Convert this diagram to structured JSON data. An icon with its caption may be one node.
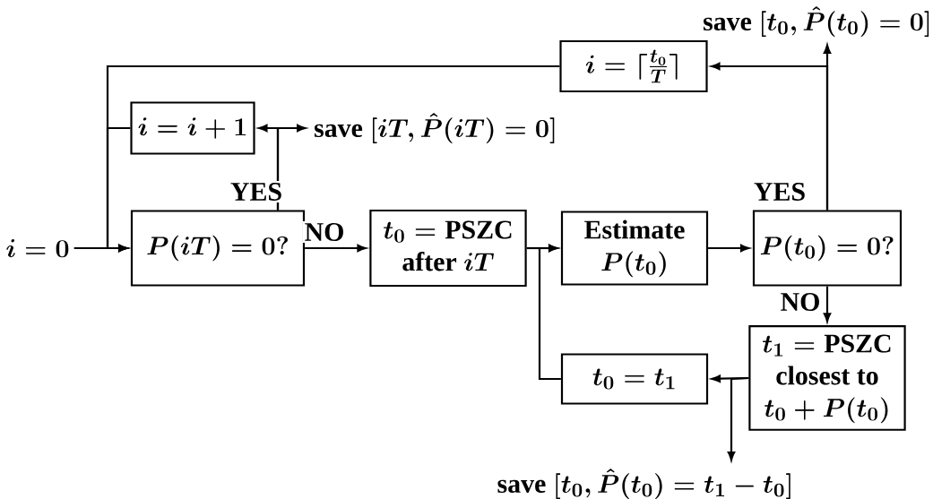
{
  "diagram": {
    "nodes": [
      {
        "text": [
          "i = 0"
        ]
      },
      {
        "text": [
          "P(iT) = 0?"
        ]
      },
      {
        "text": [
          "\\begin{array}{c}t_0 = \\mathrm{PSZC}\\\\ \\text{after } iT\\end{array}"
        ]
      },
      {
        "text": [
          "\\begin{array}{c}\\text{Estimate}\\\\ P(t_0)\\end{array}"
        ]
      },
      {
        "text": [
          "P(t_0) = 0?"
        ]
      },
      {
        "text": [
          "\\begin{array}{c}t_1 = \\mathrm{PSZC}\\\\ \\text{closest to}\\\\ t_0 + P(t_0)\\end{array}"
        ]
      },
      {
        "text": [
          "t_0 = t_1"
        ]
      },
      {
        "text": [
          "i = i + 1"
        ]
      },
      {
        "text": [
          "i = \\lceil \\tfrac{t_0}{T} \\rceil"
        ]
      },
      {
        "text": [
          "\\text{save } [iT, \\hat{P}(iT) = 0]"
        ]
      },
      {
        "text": [
          "\\text{save } [t_0, \\hat{P}(t_0) = 0]"
        ]
      },
      {
        "text": [
          "\\text{save } [t_0, \\hat{P}(t_0) = t_1 - t_0]"
        ]
      }
    ],
    "edges": [
      {
        "from": 0,
        "to": 1,
        "arrow": "to"
      },
      {
        "from": 1,
        "to": 2,
        "arrow": "to",
        "label": "NO"
      },
      {
        "from": 2,
        "to": 3,
        "arrow": "to"
      },
      {
        "from": 3,
        "to": 4,
        "arrow": "to"
      },
      {
        "from": 4,
        "to": 5,
        "arrow": "to",
        "label": "NO"
      },
      {
        "from": 5,
        "to": 6,
        "arrow": "to"
      },
      {
        "from": 5,
        "to": 11,
        "arrow": "to"
      },
      {
        "from": 6,
        "to": 3,
        "arrow": "to"
      },
      {
        "from": 4,
        "to": 8,
        "arrow": "to",
        "label": "YES"
      },
      {
        "from": 4,
        "to": 10,
        "arrow": "to"
      },
      {
        "from": 8,
        "to": 1,
        "arrow": "to"
      },
      {
        "from": 1,
        "to": 7,
        "arrow": "to",
        "label": "YES"
      },
      {
        "from": 1,
        "to": 9,
        "arrow": "to"
      },
      {
        "from": 7,
        "to": 1,
        "arrow": "to"
      }
    ]
  }
}
